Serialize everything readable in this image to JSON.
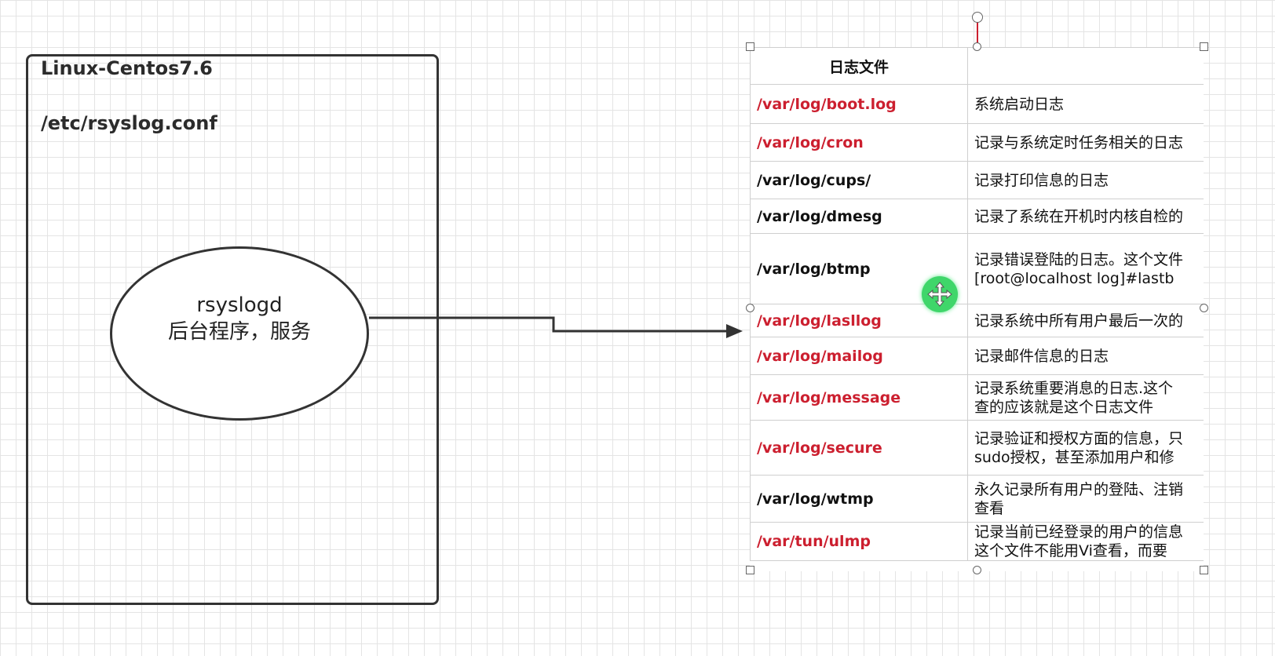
{
  "server_box": {
    "title": "Linux-Centos7.6",
    "config_path": "/etc/rsyslog.conf"
  },
  "daemon": {
    "name": "rsyslogd",
    "desc": "后台程序，服务"
  },
  "table": {
    "header": "日志文件",
    "header2": "",
    "rows": [
      {
        "path": "/var/log/boot.log",
        "desc": "系统启动日志",
        "red": true
      },
      {
        "path": "/var/log/cron",
        "desc": "记录与系统定时任务相关的日志",
        "red": true
      },
      {
        "path": "/var/log/cups/",
        "desc": "记录打印信息的日志",
        "red": false
      },
      {
        "path": "/var/log/dmesg",
        "desc": "记录了系统在开机时内核自检的",
        "red": false
      },
      {
        "path": "/var/log/btmp",
        "desc": "记录错误登陆的日志。这个文件\n[root@localhost log]#lastb",
        "red": false
      },
      {
        "path": "/var/log/lasllog",
        "desc": "记录系统中所有用户最后一次的",
        "red": true
      },
      {
        "path": "/var/log/mailog",
        "desc": "记录邮件信息的日志",
        "red": true
      },
      {
        "path": "/var/log/message",
        "desc": "记录系统重要消息的日志.这个\n查的应该就是这个日志文件",
        "red": true
      },
      {
        "path": "/var/log/secure",
        "desc": "记录验证和授权方面的信息，只\nsudo授权，甚至添加用户和修",
        "red": true
      },
      {
        "path": "/var/log/wtmp",
        "desc": "永久记录所有用户的登陆、注销\n查看",
        "red": false
      },
      {
        "path": "/var/tun/ulmp",
        "desc": "记录当前已经登录的用户的信息\n这个文件不能用Vi查看，而要",
        "red": true
      }
    ],
    "row_heights": [
      50,
      48,
      48,
      44,
      90,
      42,
      48,
      58,
      70,
      60,
      48
    ]
  },
  "colors": {
    "path_red": "#cc1f2f",
    "move_handle_green": "#3fd66a"
  },
  "icons": {
    "move": "move-arrows-icon"
  }
}
